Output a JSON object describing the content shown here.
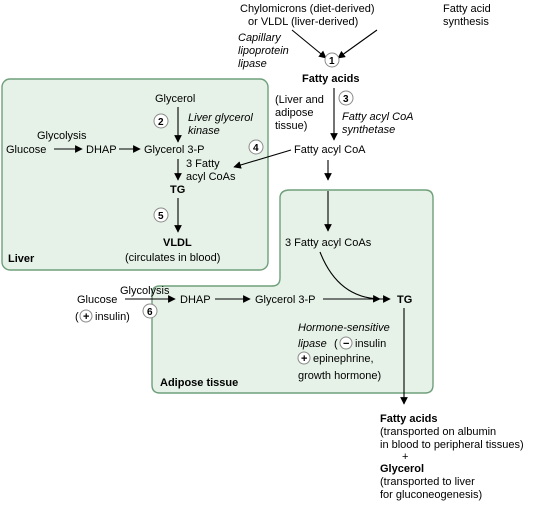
{
  "colors": {
    "region_fill": "#e6f2e8",
    "region_stroke": "#6f9f7a",
    "step_circle_fill": "#ffffff"
  },
  "top": {
    "chylo_line1": "Chylomicrons (diet-derived)",
    "chylo_line2": "or VLDL (liver-derived)",
    "fasynth_line1": "Fatty acid",
    "fasynth_line2": "synthesis",
    "enzyme1_line1": "Capillary",
    "enzyme1_line2": "lipoprotein",
    "enzyme1_line3": "lipase",
    "fatty_acids": "Fatty acids"
  },
  "steps": {
    "s1": "1",
    "s2": "2",
    "s3": "3",
    "s4": "4",
    "s5": "5",
    "s6": "6"
  },
  "liver": {
    "region_label": "Liver",
    "glycerol": "Glycerol",
    "enzyme2_line1": "Liver glycerol",
    "enzyme2_line2": "kinase",
    "glycolysis": "Glycolysis",
    "glucose": "Glucose",
    "dhap": "DHAP",
    "g3p": "Glycerol 3-P",
    "acyl_line1": "3 Fatty",
    "acyl_line2": "acyl CoAs",
    "tg": "TG",
    "vldl": "VLDL",
    "vldl_note": "(circulates in blood)"
  },
  "middle": {
    "tissue_line1": "(Liver and",
    "tissue_line2": "adipose",
    "tissue_line3": "tissue)",
    "enzyme3_line1": "Fatty acyl CoA",
    "enzyme3_line2": "synthetase",
    "fatty_acyl_coa": "Fatty acyl CoA"
  },
  "adipose": {
    "region_label": "Adipose tissue",
    "acyl3": "3 Fatty acyl CoAs",
    "glycolysis": "Glycolysis",
    "glucose": "Glucose",
    "insulin_open": "(",
    "insulin_sign": "+",
    "insulin_text": "insulin)",
    "dhap": "DHAP",
    "g3p": "Glycerol 3-P",
    "tg": "TG",
    "hsl_line1": "Hormone-sensitive",
    "hsl_line2": "lipase",
    "hsl_paren": "(",
    "minus_sign": "−",
    "minus_text": "insulin",
    "plus_sign": "+",
    "plus_text": "epinephrine,",
    "growth": "growth hormone)"
  },
  "bottom": {
    "fatty_acids": "Fatty acids",
    "fa_note1": "(transported on albumin",
    "fa_note2": "in blood to peripheral tissues)",
    "plus": "+",
    "glycerol": "Glycerol",
    "gly_note1": "(transported to liver",
    "gly_note2": "for gluconeogenesis)"
  }
}
